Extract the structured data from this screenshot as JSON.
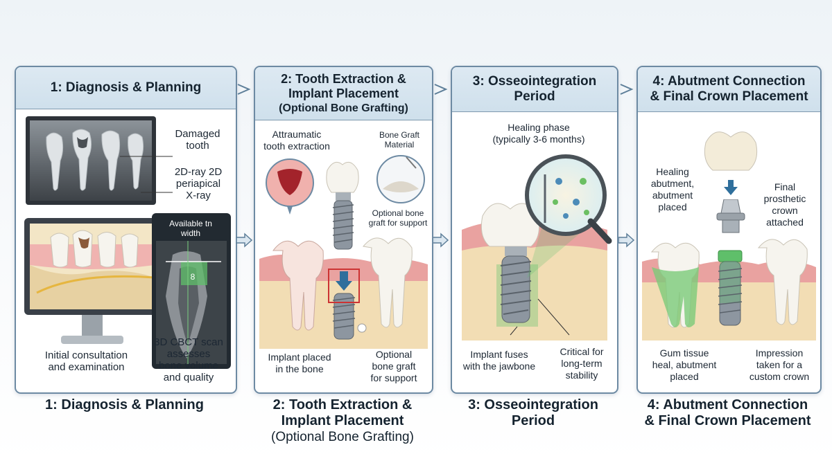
{
  "steps": [
    {
      "header": "1: Diagnosis & Planning",
      "labels": {
        "damaged_tooth": "Damaged\ntooth",
        "xray": "2D-ray 2D\nperiapical\nX-ray",
        "available_width": "Available tn\nwidth",
        "width_measure": "8",
        "initial_consult": "Initial consultation\nand examination",
        "cbct": "3D CBCT scan\nassesses\nbone volume\nand quality"
      },
      "footer_title": "1: Diagnosis & Planning",
      "footer_sub": ""
    },
    {
      "header": "2: Tooth Extraction &\nImplant Placement",
      "header_sub": "(Optional Bone Grafting)",
      "labels": {
        "extraction": "Attraumatic\ntooth extraction",
        "bone_graft_material": "Bone Graft\nMaterial",
        "optional_graft_small": "Optional bone\ngraft for support",
        "implant_placed": "Implant placed\nin the bone",
        "optional_graft": "Optional\nbone graft\nfor support"
      },
      "footer_title": "2: Tooth Extraction &\nImplant Placement",
      "footer_sub": "(Optional Bone Grafting)"
    },
    {
      "header": "3: Osseointegration\nPeriod",
      "labels": {
        "healing_phase": "Healing phase\n(typically 3-6 months)",
        "implant_fuses": "Implant fuses\nwith the jawbone",
        "critical": "Critical for\nlong-term\nstability"
      },
      "footer_title": "3: Osseointegration\nPeriod",
      "footer_sub": ""
    },
    {
      "header": "4: Abutment Connection\n& Final Crown Placement",
      "labels": {
        "healing_abutment": "Healing\nabutment,\nabutment\nplaced",
        "final_crown": "Final\nprosthetic\ncrown\nattached",
        "gum_tissue": "Gum tissue\nheal, abutment\nplaced",
        "impression": "Impression\ntaken for a\ncustom crown"
      },
      "footer_title": "4: Abutment Connection\n& Final Crown Placement",
      "footer_sub": ""
    }
  ],
  "colors": {
    "border": "#6d8aa3",
    "header_bg": "#d4e3ee",
    "arrow": "#5e7f99",
    "gum": "#e9a2a0",
    "bone": "#f2ddb4",
    "implant": "#8d96a0",
    "green_glow": "#5fbf6a"
  }
}
